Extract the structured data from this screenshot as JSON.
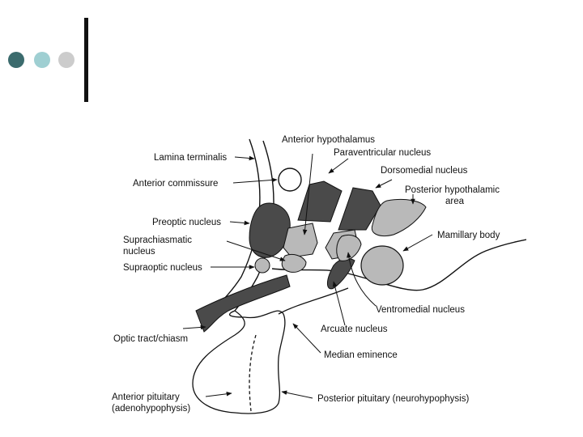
{
  "slide": {
    "bullets": [
      {
        "color": "#3b6b6d"
      },
      {
        "color": "#9fcfd2"
      },
      {
        "color": "#cccccc"
      }
    ]
  },
  "diagram": {
    "colors": {
      "dark_nucleus": "#4a4a4a",
      "light_nucleus": "#b9b9b9",
      "line": "#111111"
    },
    "labels": {
      "anterior_hypothalamus": "Anterior hypothalamus",
      "paraventricular_nucleus": "Paraventricular nucleus",
      "lamina_terminalis": "Lamina terminalis",
      "dorsomedial_nucleus": "Dorsomedial nucleus",
      "anterior_commissure": "Anterior commissure",
      "posterior_hypothalamic_area_line1": "Posterior hypothalamic",
      "posterior_hypothalamic_area_line2": "area",
      "preoptic_nucleus": "Preoptic nucleus",
      "mamillary_body": "Mamillary body",
      "suprachiasmatic_nucleus_line1": "Suprachiasmatic",
      "suprachiasmatic_nucleus_line2": "nucleus",
      "supraoptic_nucleus": "Supraoptic nucleus",
      "ventromedial_nucleus": "Ventromedial nucleus",
      "arcuate_nucleus": "Arcuate nucleus",
      "optic_tract_chiasm": "Optic tract/chiasm",
      "median_eminence": "Median eminence",
      "anterior_pituitary_line1": "Anterior pituitary",
      "anterior_pituitary_line2": "(adenohypophysis)",
      "posterior_pituitary": "Posterior pituitary (neurohypophysis)"
    }
  }
}
